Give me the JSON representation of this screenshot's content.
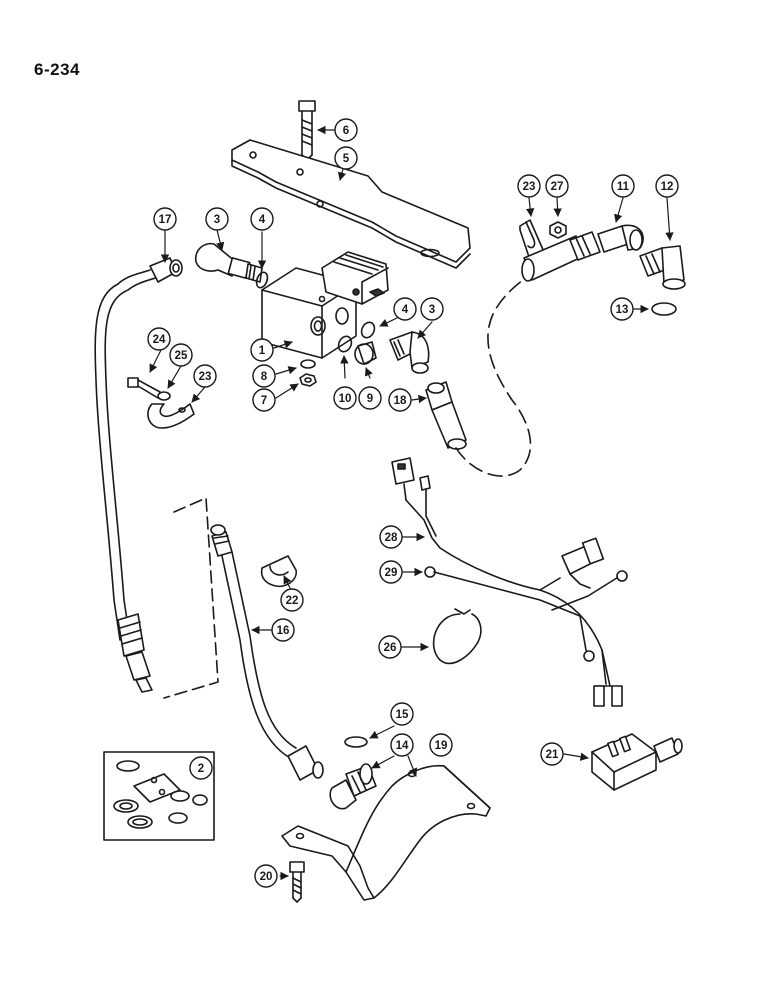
{
  "page": {
    "number": "6-234"
  },
  "callouts": [
    {
      "id": "c6",
      "label": "6"
    },
    {
      "id": "c5",
      "label": "5"
    },
    {
      "id": "c17",
      "label": "17"
    },
    {
      "id": "c3a",
      "label": "3"
    },
    {
      "id": "c4a",
      "label": "4"
    },
    {
      "id": "c23a",
      "label": "23"
    },
    {
      "id": "c27",
      "label": "27"
    },
    {
      "id": "c11",
      "label": "11"
    },
    {
      "id": "c12",
      "label": "12"
    },
    {
      "id": "c13",
      "label": "13"
    },
    {
      "id": "c4b",
      "label": "4"
    },
    {
      "id": "c3b",
      "label": "3"
    },
    {
      "id": "c1",
      "label": "1"
    },
    {
      "id": "c24",
      "label": "24"
    },
    {
      "id": "c25",
      "label": "25"
    },
    {
      "id": "c23b",
      "label": "23"
    },
    {
      "id": "c8",
      "label": "8"
    },
    {
      "id": "c7",
      "label": "7"
    },
    {
      "id": "c10",
      "label": "10"
    },
    {
      "id": "c9",
      "label": "9"
    },
    {
      "id": "c18",
      "label": "18"
    },
    {
      "id": "c28",
      "label": "28"
    },
    {
      "id": "c29",
      "label": "29"
    },
    {
      "id": "c22",
      "label": "22"
    },
    {
      "id": "c16",
      "label": "16"
    },
    {
      "id": "c26",
      "label": "26"
    },
    {
      "id": "c15",
      "label": "15"
    },
    {
      "id": "c14",
      "label": "14"
    },
    {
      "id": "c19",
      "label": "19"
    },
    {
      "id": "c2",
      "label": "2"
    },
    {
      "id": "c21",
      "label": "21"
    },
    {
      "id": "c20",
      "label": "20"
    }
  ],
  "colors": {
    "ink": "#1a1a1a",
    "paper": "#ffffff",
    "shade": "#9a9a9a"
  }
}
